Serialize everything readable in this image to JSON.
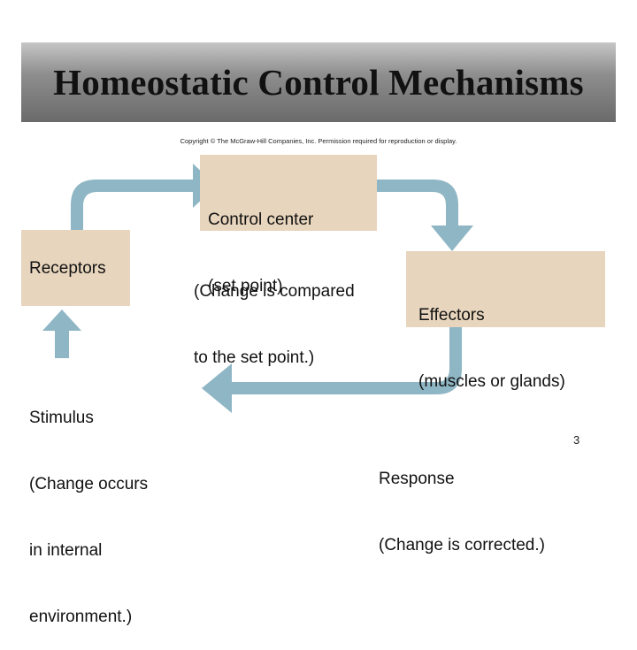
{
  "slide": {
    "title": "Homeostatic Control Mechanisms",
    "copyright": "Copyright © The McGraw-Hill Companies, Inc. Permission required for reproduction or display.",
    "page_number": "3"
  },
  "nodes": {
    "control_center": {
      "line1": "Control center",
      "line2": "(set point)"
    },
    "comparison": {
      "line1": "(Change is compared",
      "line2": "to the set point.)"
    },
    "receptors": {
      "label": "Receptors"
    },
    "effectors": {
      "line1": "Effectors",
      "line2": "(muscles or glands)"
    },
    "stimulus": {
      "line1": "Stimulus",
      "line2": "(Change occurs",
      "line3": "in internal",
      "line4": "environment.)"
    },
    "response": {
      "line1": "Response",
      "line2": "(Change is corrected.)"
    }
  },
  "colors": {
    "box_fill": "#e8d5bd",
    "arrow_fill": "#8fb6c4",
    "title_bar_top": "#c6c6c6",
    "title_bar_bottom": "#6a6a6a"
  }
}
